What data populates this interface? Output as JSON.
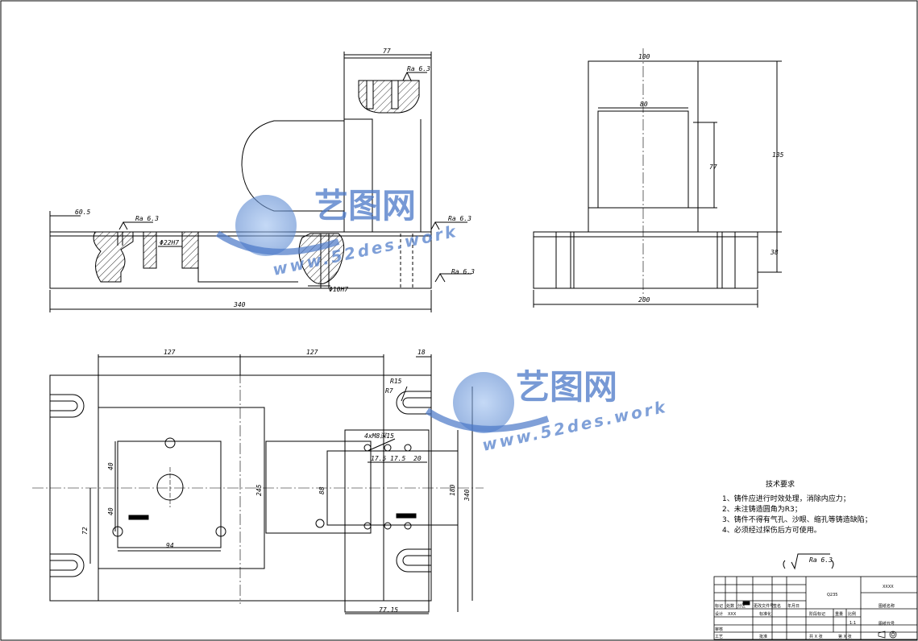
{
  "front_view": {
    "dims": {
      "top_width": "77",
      "left": "60.5",
      "total": "340",
      "bore1": "Φ22H7",
      "bore2": "Φ10H7"
    },
    "rough": {
      "r1": "Ra 6.3",
      "r2": "Ra 6.3",
      "r3": "Ra 6.3",
      "r4": "Ra 6.3"
    }
  },
  "side_view": {
    "dims": {
      "top": "100",
      "inner": "80",
      "mid_h": "77",
      "full_h": "135",
      "base_h": "38",
      "bottom": "200"
    }
  },
  "plan_view": {
    "dims": {
      "a": "127",
      "b": "127",
      "c": "18",
      "r1": "R15",
      "r2": "R7",
      "holes": "4xM8深15",
      "h1": "17.5",
      "h2": "17.5",
      "h3": "20",
      "v1": "40",
      "v2": "40",
      "v3": "72",
      "v4": "94",
      "v5": "245",
      "v6": "88",
      "v7": "180",
      "v8": "340",
      "bottom": "77.15"
    }
  },
  "tech_req": {
    "title": "技术要求",
    "items": [
      "1、铸件应进行时效处理，消除内应力；",
      "2、未注铸造圆角为R3；",
      "3、铸件不得有气孔、沙眼、缩孔等铸造缺陷；",
      "4、必须经过探伤后方可使用。"
    ],
    "roughness": "Ra 6.3"
  },
  "title_block": {
    "material": "Q235",
    "company": "XXXX",
    "drawing_name": "图纸名称",
    "drawing_no": "图纸代号",
    "labels": [
      "标记",
      "处数",
      "分区",
      "更改文件号",
      "签名",
      "年月日"
    ],
    "design": "设计",
    "design_name": "XXX",
    "standard": "标准化",
    "stage_mark": "阶段标记",
    "weight": "重量",
    "scale": "比例",
    "scale_val": "1:1",
    "review": "审核",
    "craft": "工艺",
    "approve": "批准",
    "sheets": "共 X 张",
    "sheet": "第 X 张"
  },
  "watermarks": [
    {
      "cn": "艺图网",
      "url": "www.52des.work"
    },
    {
      "cn": "艺图网",
      "url": "www.52des.work"
    }
  ]
}
